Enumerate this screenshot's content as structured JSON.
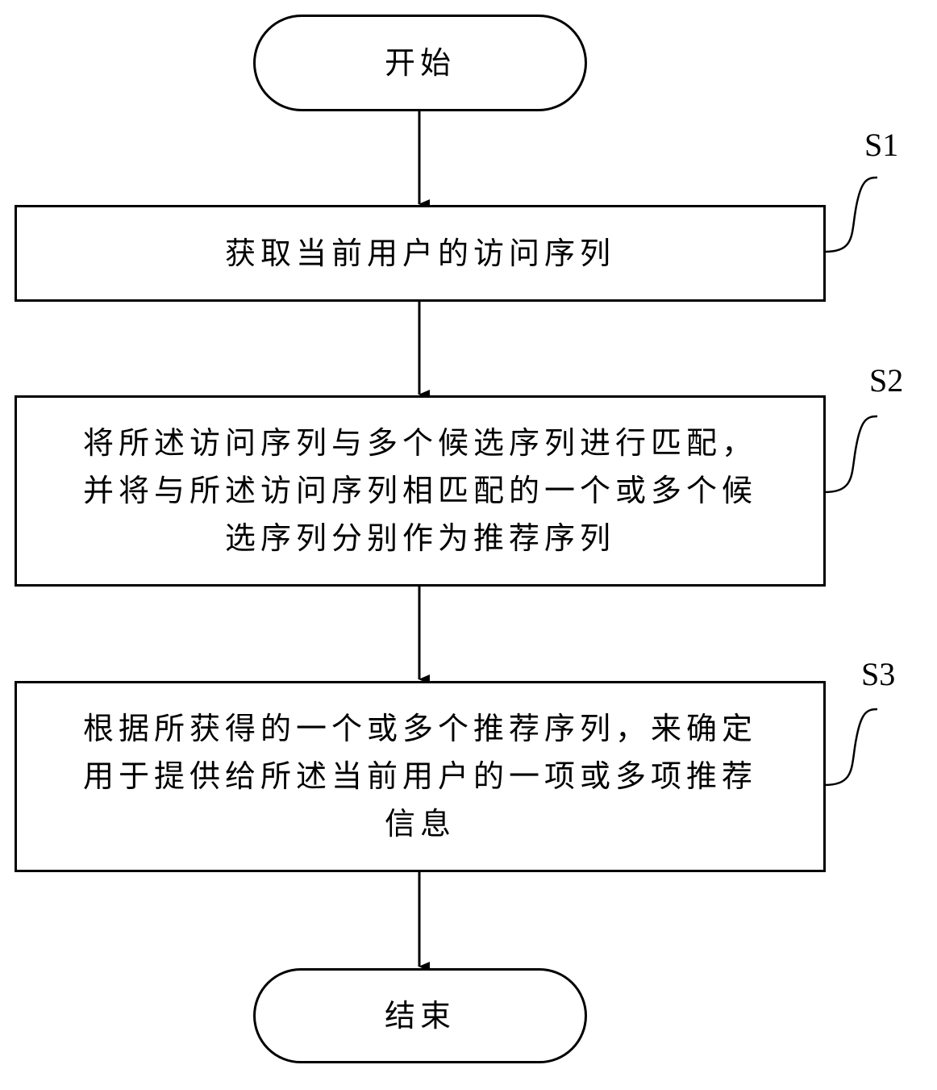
{
  "flowchart": {
    "start": {
      "label": "开始"
    },
    "steps": [
      {
        "id": "S1",
        "lines": [
          "获取当前用户的访问序列"
        ]
      },
      {
        "id": "S2",
        "lines": [
          "将所述访问序列与多个候选序列进行匹配，",
          "并将与所述访问序列相匹配的一个或多个候",
          "选序列分别作为推荐序列"
        ]
      },
      {
        "id": "S3",
        "lines": [
          "根据所获得的一个或多个推荐序列，来确定",
          "用于提供给所述当前用户的一项或多项推荐",
          "信息"
        ]
      }
    ],
    "end": {
      "label": "结束"
    },
    "colors": {
      "stroke": "#000000",
      "background": "#ffffff"
    }
  }
}
